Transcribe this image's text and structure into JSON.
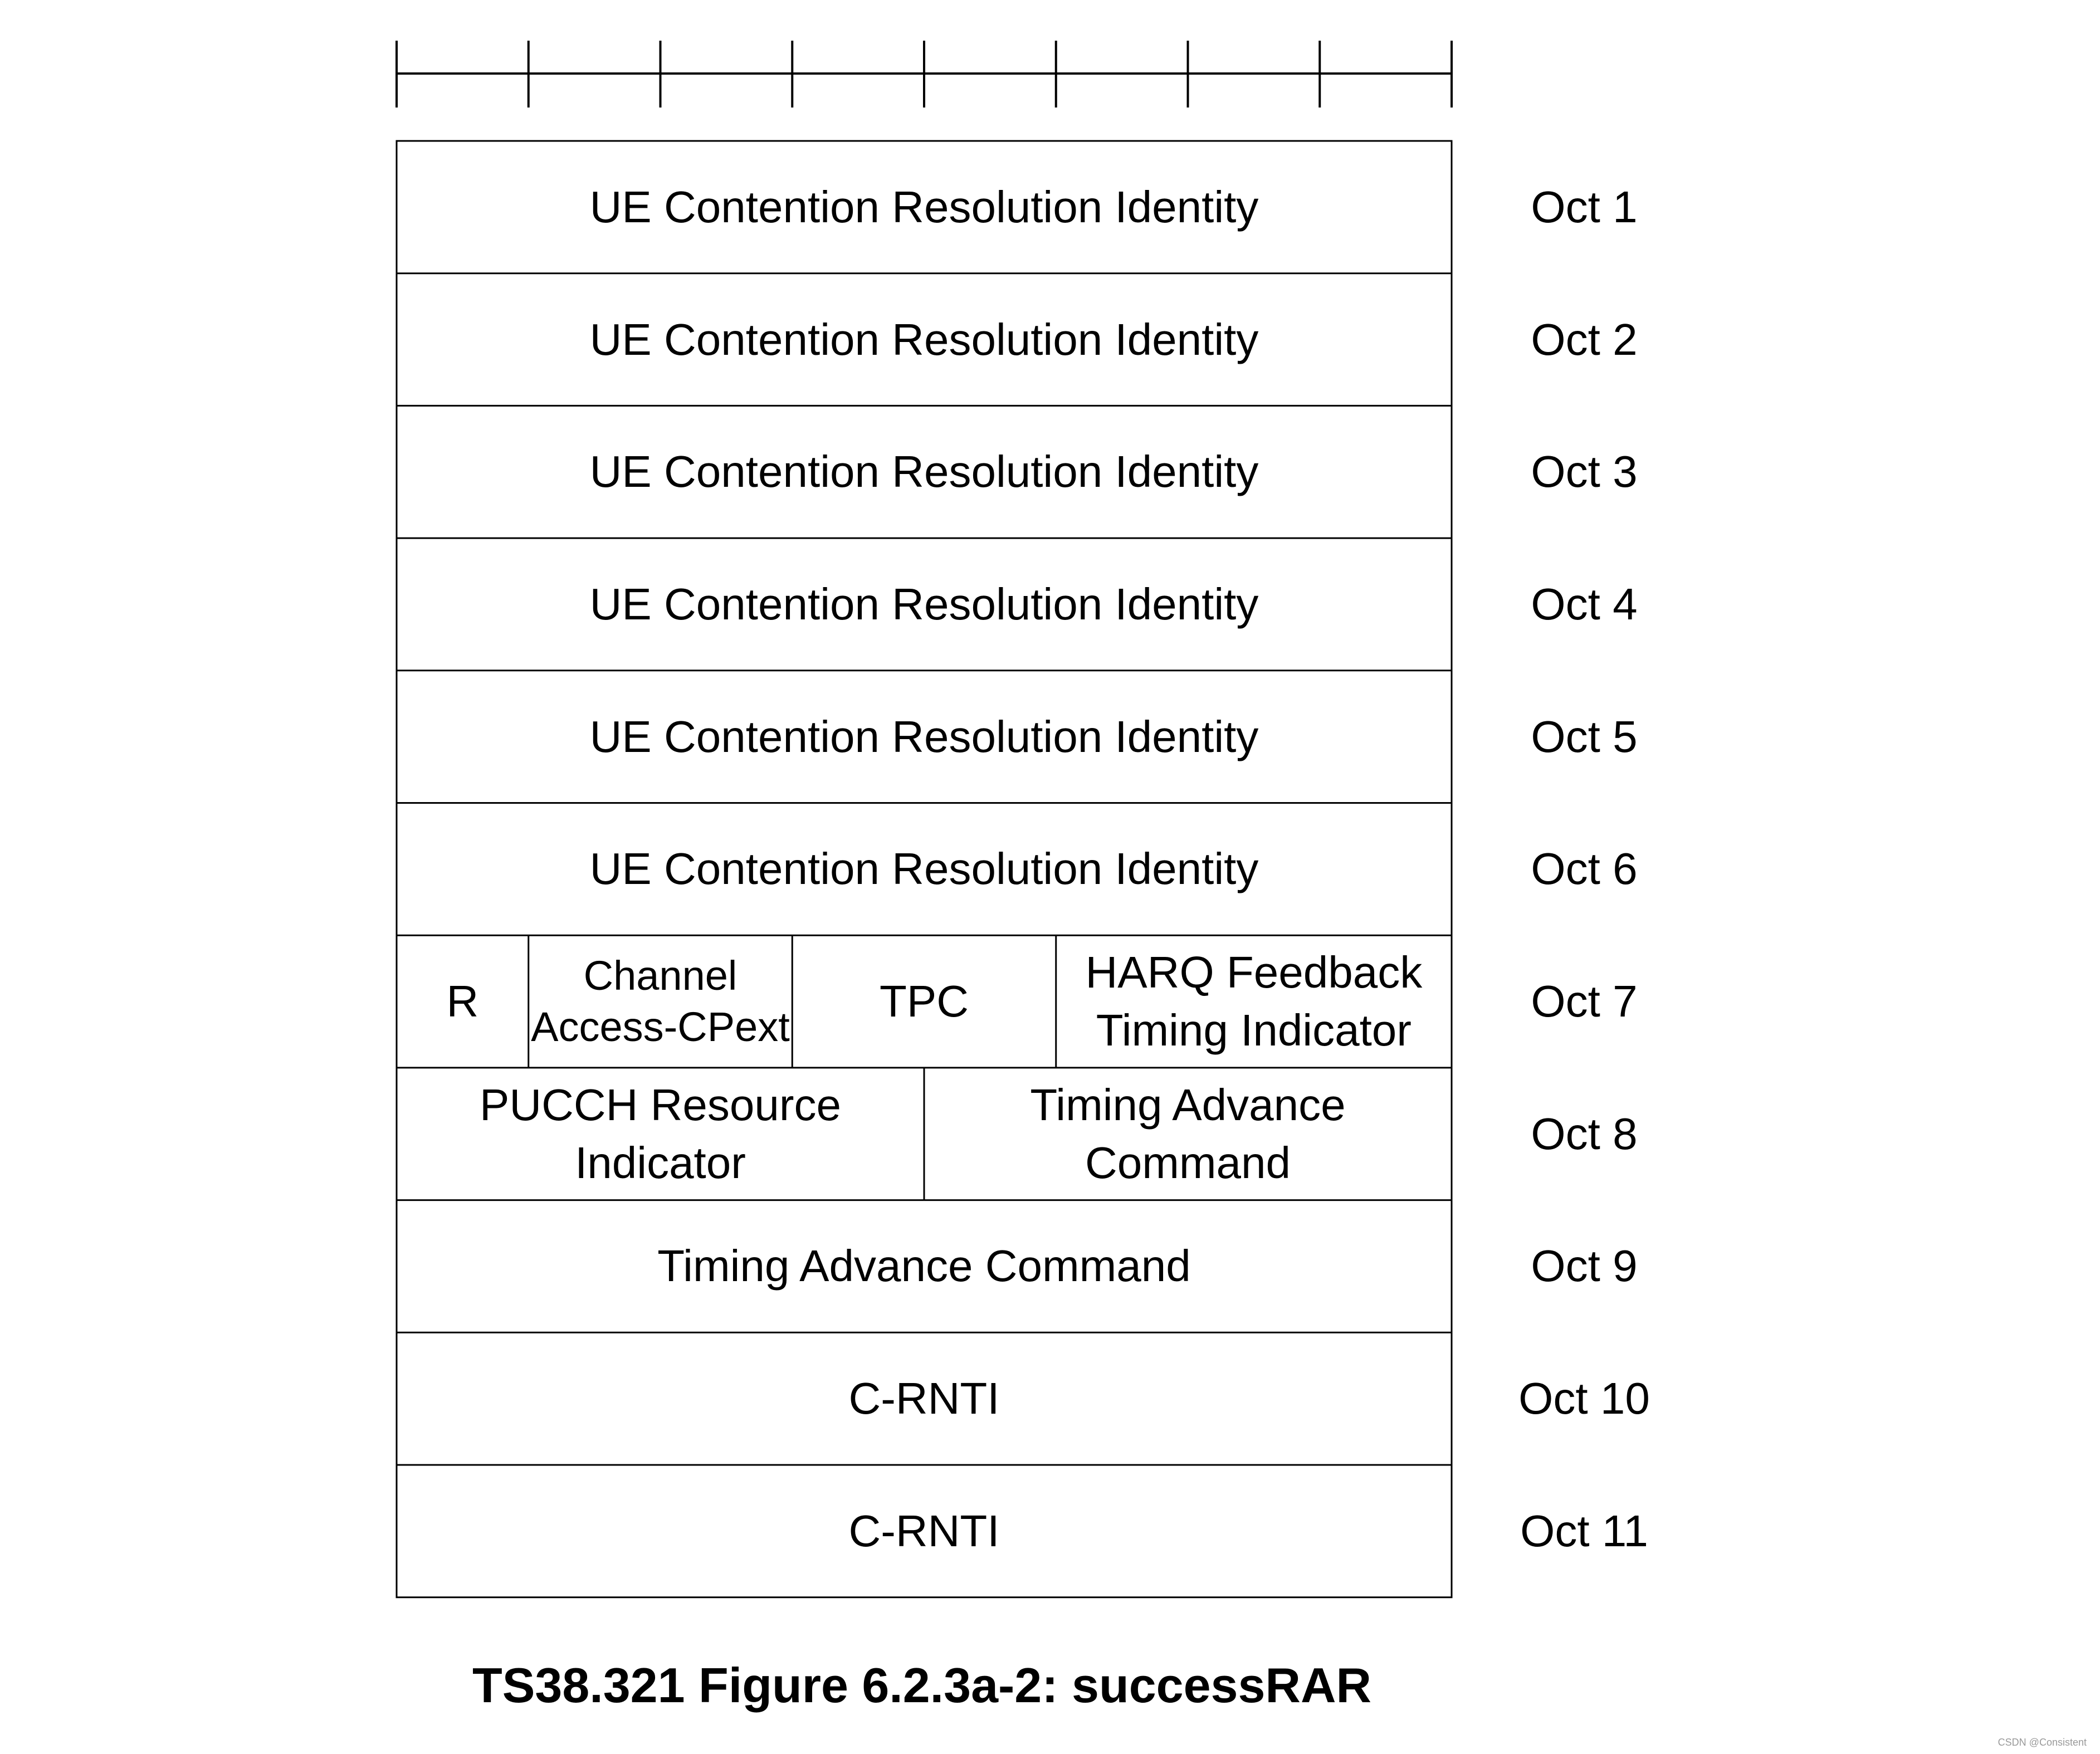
{
  "rows": [
    {
      "octet": "Oct 1",
      "fields": [
        {
          "label": "UE Contention Resolution Identity",
          "bits": 8
        }
      ]
    },
    {
      "octet": "Oct 2",
      "fields": [
        {
          "label": "UE Contention Resolution Identity",
          "bits": 8
        }
      ]
    },
    {
      "octet": "Oct 3",
      "fields": [
        {
          "label": "UE Contention Resolution Identity",
          "bits": 8
        }
      ]
    },
    {
      "octet": "Oct 4",
      "fields": [
        {
          "label": "UE Contention Resolution Identity",
          "bits": 8
        }
      ]
    },
    {
      "octet": "Oct 5",
      "fields": [
        {
          "label": "UE Contention Resolution Identity",
          "bits": 8
        }
      ]
    },
    {
      "octet": "Oct 6",
      "fields": [
        {
          "label": "UE Contention Resolution Identity",
          "bits": 8
        }
      ]
    },
    {
      "octet": "Oct 7",
      "fields": [
        {
          "label": "R",
          "bits": 1
        },
        {
          "label": "Channel\nAccess-CPext",
          "bits": 2
        },
        {
          "label": "TPC",
          "bits": 2
        },
        {
          "label": "HARQ Feedback\nTiming Indicator",
          "bits": 3
        }
      ]
    },
    {
      "octet": "Oct 8",
      "fields": [
        {
          "label": "PUCCH Resource\nIndicator",
          "bits": 4
        },
        {
          "label": "Timing Advance\nCommand",
          "bits": 4
        }
      ]
    },
    {
      "octet": "Oct 9",
      "fields": [
        {
          "label": "Timing Advance Command",
          "bits": 8
        }
      ]
    },
    {
      "octet": "Oct 10",
      "fields": [
        {
          "label": "C-RNTI",
          "bits": 8
        }
      ]
    },
    {
      "octet": "Oct 11",
      "fields": [
        {
          "label": "C-RNTI",
          "bits": 8
        }
      ]
    }
  ],
  "caption": "TS38.321 Figure 6.2.3a-2: successRAR",
  "watermark": "CSDN @Consistent",
  "colors": {
    "line": "#000000",
    "background": "#ffffff",
    "text": "#000000"
  }
}
